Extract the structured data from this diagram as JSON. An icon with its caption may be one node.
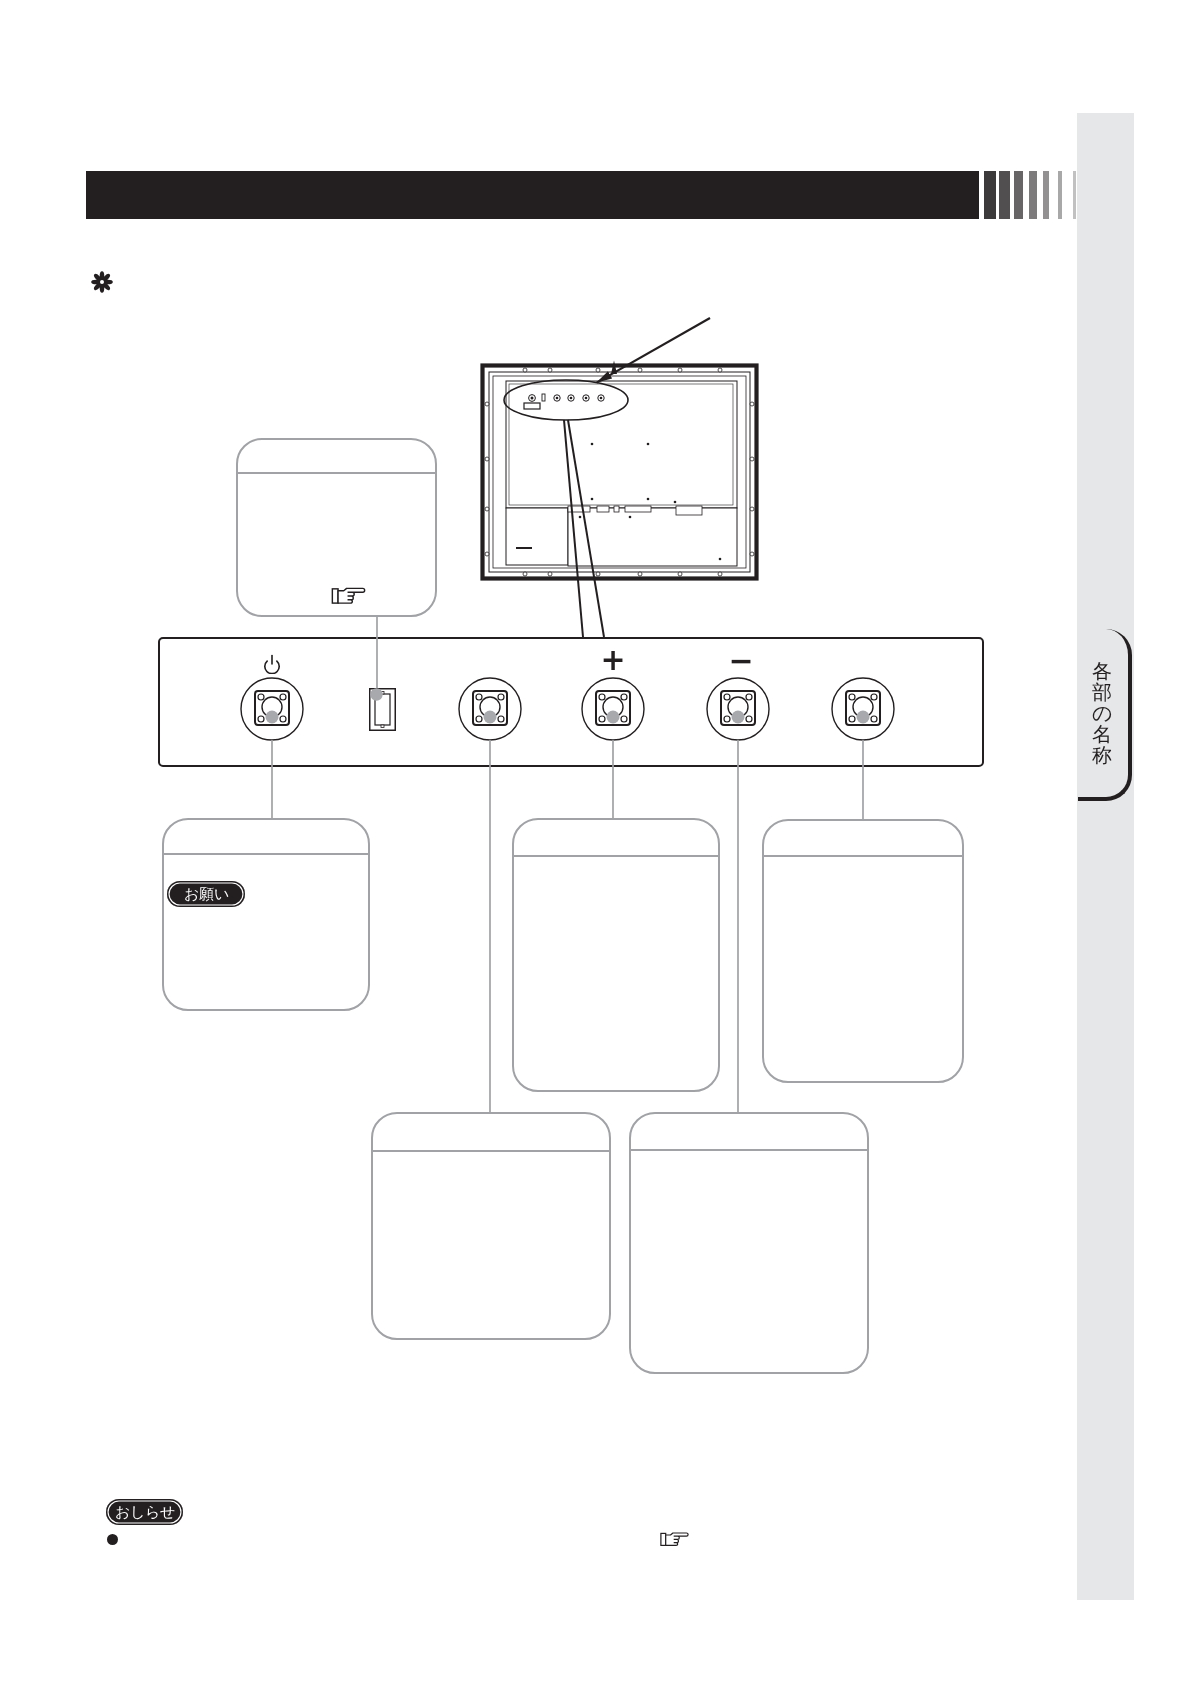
{
  "diagram": {
    "nodes": [
      {
        "text": [],
        "shape": "picture"
      },
      {
        "text": [],
        "shape": "ellipse",
        "in": 0
      },
      {
        "text": [],
        "shape": "box"
      },
      {
        "text": [],
        "shape": "box"
      },
      {
        "text": [],
        "shape": "circle",
        "in": 3
      },
      {
        "text": [],
        "shape": "box",
        "in": 3
      },
      {
        "text": [],
        "shape": "circle",
        "in": 3
      },
      {
        "text": [],
        "shape": "circle",
        "in": 3
      },
      {
        "text": [],
        "shape": "circle",
        "in": 3
      },
      {
        "text": [],
        "shape": "circle",
        "in": 3
      },
      {
        "text": [],
        "shape": "box"
      },
      {
        "text": [
          "お願い"
        ],
        "in": 10
      },
      {
        "text": [],
        "shape": "box"
      },
      {
        "text": [],
        "shape": "box"
      },
      {
        "text": [],
        "shape": "box"
      },
      {
        "text": [],
        "shape": "box"
      },
      {
        "text": [
          "おしらせ"
        ]
      },
      {
        "text": [
          "各部の名称"
        ]
      }
    ],
    "edges": [
      {
        "from": null,
        "to": 1,
        "arrow": "to",
        "color": "#231f20"
      },
      {
        "from": 1,
        "to": 3,
        "arrow": "none",
        "color": "#231f20"
      },
      {
        "from": 1,
        "to": 3,
        "arrow": "none",
        "color": "#231f20"
      },
      {
        "from": 2,
        "to": 5,
        "arrow": "none"
      },
      {
        "from": 10,
        "to": 4,
        "arrow": "none"
      },
      {
        "from": 12,
        "to": 7,
        "arrow": "none"
      },
      {
        "from": 13,
        "to": 9,
        "arrow": "none"
      },
      {
        "from": 14,
        "to": 6,
        "arrow": "none"
      },
      {
        "from": 15,
        "to": 8,
        "arrow": "none"
      }
    ],
    "labels": [
      "+",
      "−"
    ]
  }
}
